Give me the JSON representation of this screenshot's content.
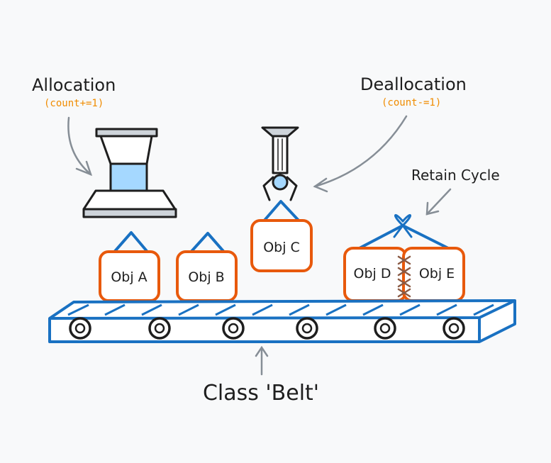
{
  "labels": {
    "allocation": "Allocation",
    "allocation_note": "(count+=1)",
    "deallocation": "Deallocation",
    "deallocation_note": "(count-=1)",
    "retain_cycle": "Retain Cycle",
    "belt_caption": "Class 'Belt'"
  },
  "objects": [
    {
      "label": "Obj A"
    },
    {
      "label": "Obj B"
    },
    {
      "label": "Obj C"
    },
    {
      "label": "Obj D"
    },
    {
      "label": "Obj E"
    }
  ],
  "colors": {
    "text": "#1e1e1e",
    "note": "#f08c00",
    "object_border": "#e8590c",
    "handle": "#1971c2",
    "belt": "#1971c2",
    "arrow": "#868e96",
    "allocator_fill": "#a5d8ff",
    "background": "#f8f9fa"
  }
}
